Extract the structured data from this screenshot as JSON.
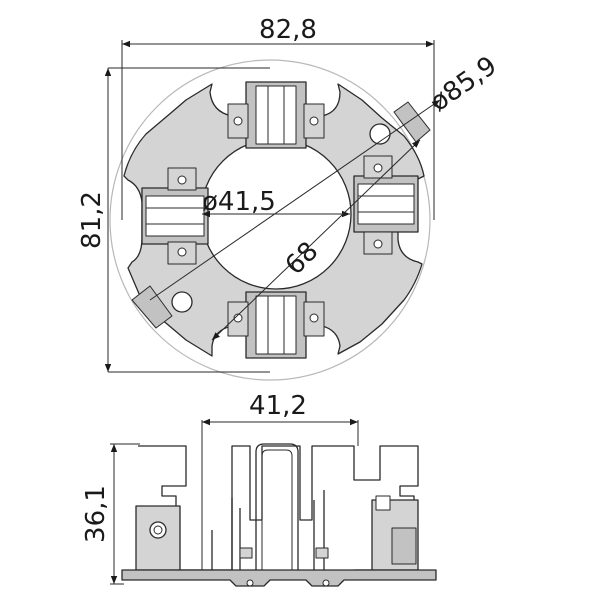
{
  "top_view": {
    "width_label": "82,8",
    "height_label": "81,2",
    "outer_diameter_label": "ø85,9",
    "inner_diameter_label": "ø41,5",
    "bolt_circle_label": "68"
  },
  "side_view": {
    "width_label": "41,2",
    "height_label": "36,1"
  }
}
